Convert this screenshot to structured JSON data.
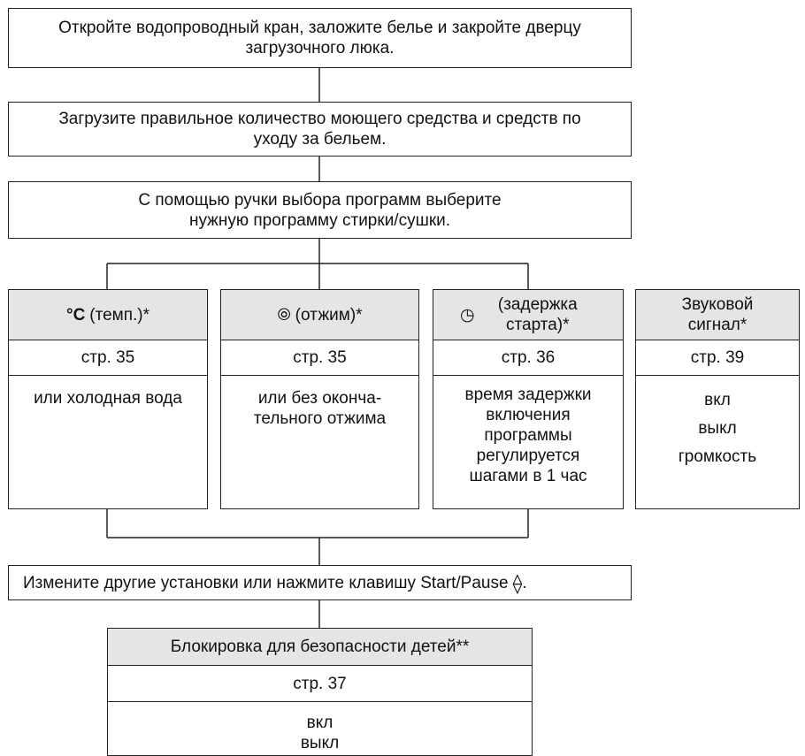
{
  "steps": {
    "s1": "Откройте водопроводный кран, заложите белье и закройте дверцу загрузочного люка.",
    "s2": "Загрузите правильное количество моющего средства и средств по уходу за бельем.",
    "s3": "С помощью ручки выбора программ выберите нужную программу стирки/сушки.",
    "s4": "Измените другие установки или нажмите клавишу Start/Pause"
  },
  "options": [
    {
      "icon": "°C",
      "label": "(темп.)*",
      "page": "стр. 35",
      "detail": "или холодная вода"
    },
    {
      "icon": "⦾",
      "label": "(отжим)*",
      "page": "стр. 35",
      "detail": "или без оконча-тельного отжима"
    },
    {
      "icon": "◷",
      "label": "(задержка старта)*",
      "page": "стр. 36",
      "detail": "время задержки включения программы регулируется шагами в 1 час"
    },
    {
      "icon": "",
      "label": "Звуковой сигнал*",
      "page": "стр. 39",
      "detail_items": [
        "вкл",
        "выкл",
        "громкость"
      ]
    }
  ],
  "start_pause_icon": "⟠",
  "childlock": {
    "title": "Блокировка для безопасности детей**",
    "page": "стр. 37",
    "items": [
      "вкл",
      "выкл"
    ]
  }
}
